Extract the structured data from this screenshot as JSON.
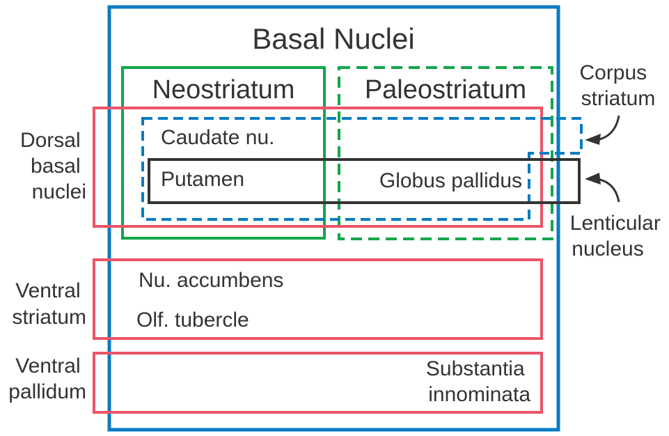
{
  "title": "Basal Nuclei",
  "groups": {
    "neostriatum": "Neostriatum",
    "paleostriatum": "Paleostriatum"
  },
  "structures": {
    "caudate": "Caudate nu.",
    "putamen": "Putamen",
    "globus_pallidus": "Globus pallidus",
    "nu_accumbens": "Nu. accumbens",
    "olf_tubercle": "Olf. tubercle",
    "substantia_innominata": [
      "Substantia",
      "innominata"
    ]
  },
  "left_labels": {
    "dorsal": [
      "Dorsal",
      "basal",
      "nuclei"
    ],
    "ventral_striatum": [
      "Ventral",
      "striatum"
    ],
    "ventral_pallidum": [
      "Ventral",
      "pallidum"
    ]
  },
  "right_labels": {
    "corpus_striatum": [
      "Corpus",
      "striatum"
    ],
    "lenticular": [
      "Lenticular",
      "nucleus"
    ]
  },
  "colors": {
    "basal_nuclei": "#0a7bc4",
    "striatum_groups": "#12a64a",
    "regions": "#ec5468",
    "lenticular": "#333333",
    "text": "#333333"
  }
}
